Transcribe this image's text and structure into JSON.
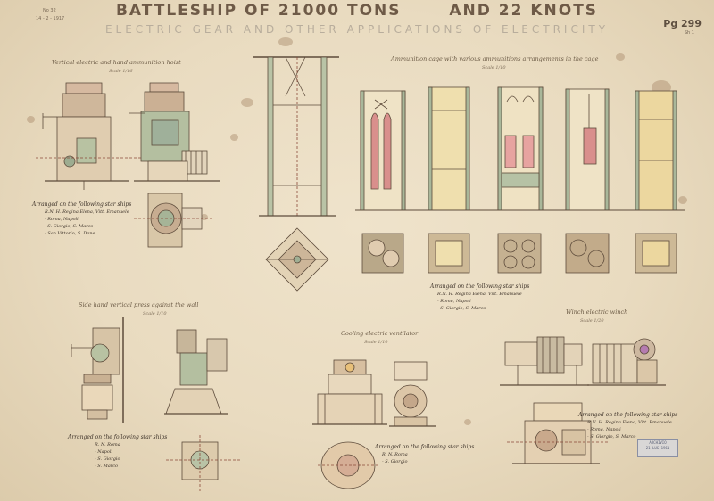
{
  "sheet": {
    "title_left": "BATTLESHIP OF 21000 TONS",
    "title_right": "AND 22 KNOTS",
    "subtitle": "ELECTRIC GEAR AND OTHER APPLICATIONS OF ELECTRICITY",
    "corner_ref_1": "No 32",
    "corner_ref_2": "14 - 2 - 1917",
    "page_number": "Pg 299",
    "sheet_note": "Sh 1"
  },
  "sections": {
    "hoist": {
      "caption": "Vertical electric and hand ammunition hoist",
      "scale": "Scale 1/16",
      "arranged_heading": "Arranged on the following star ships",
      "ships": [
        "R.N. H. Regina Elena, Vitt. Emanuele",
        "- Roma, Napoli",
        "- S. Giorgio, S. Marco",
        "- San Vittorio, S. Dane"
      ]
    },
    "cage": {
      "caption": "Ammunition cage with various ammunitions arrangements in the cage",
      "scale": "Scale 1/10",
      "arranged_heading": "Arranged on the following star ships",
      "ships": [
        "R.N. H. Regina Elena, Vitt. Emanuele",
        "- Roma, Napoli",
        "- S. Giorgio, S. Marco"
      ]
    },
    "drill": {
      "caption": "Side hand vertical press against the wall",
      "scale": "Scale 1/10",
      "arranged_heading": "Arranged on the following star ships",
      "ships": [
        "R. N. Roma",
        "- Napoli",
        "- S. Giorgio",
        "- S. Marco"
      ]
    },
    "cooling": {
      "caption": "Cooling electric ventilator",
      "scale": "Scale 1/10",
      "arranged_heading": "Arranged on the following star ships",
      "ships": [
        "R. N. Roma",
        "- S. Giorgio"
      ]
    },
    "winch": {
      "caption": "Winch electric winch",
      "scale": "Scale 1/20",
      "arranged_heading": "Arranged on the following star ships",
      "ships": [
        "R.N. H. Regina Elena, Vitt. Emanuele",
        "- Roma, Napoli",
        "- S. Giorgio, S. Marco"
      ]
    }
  },
  "stamp": {
    "line1": "ARCHIVIO",
    "line2": "21 LUG 1961"
  },
  "colors": {
    "paper": "#ecdfc4",
    "ink": "#5d4b3b",
    "green_wash": "#a9b79a",
    "red_wash": "#d98f8c",
    "yellow_wash": "#e8d49a",
    "stain": "#a98a6a"
  }
}
